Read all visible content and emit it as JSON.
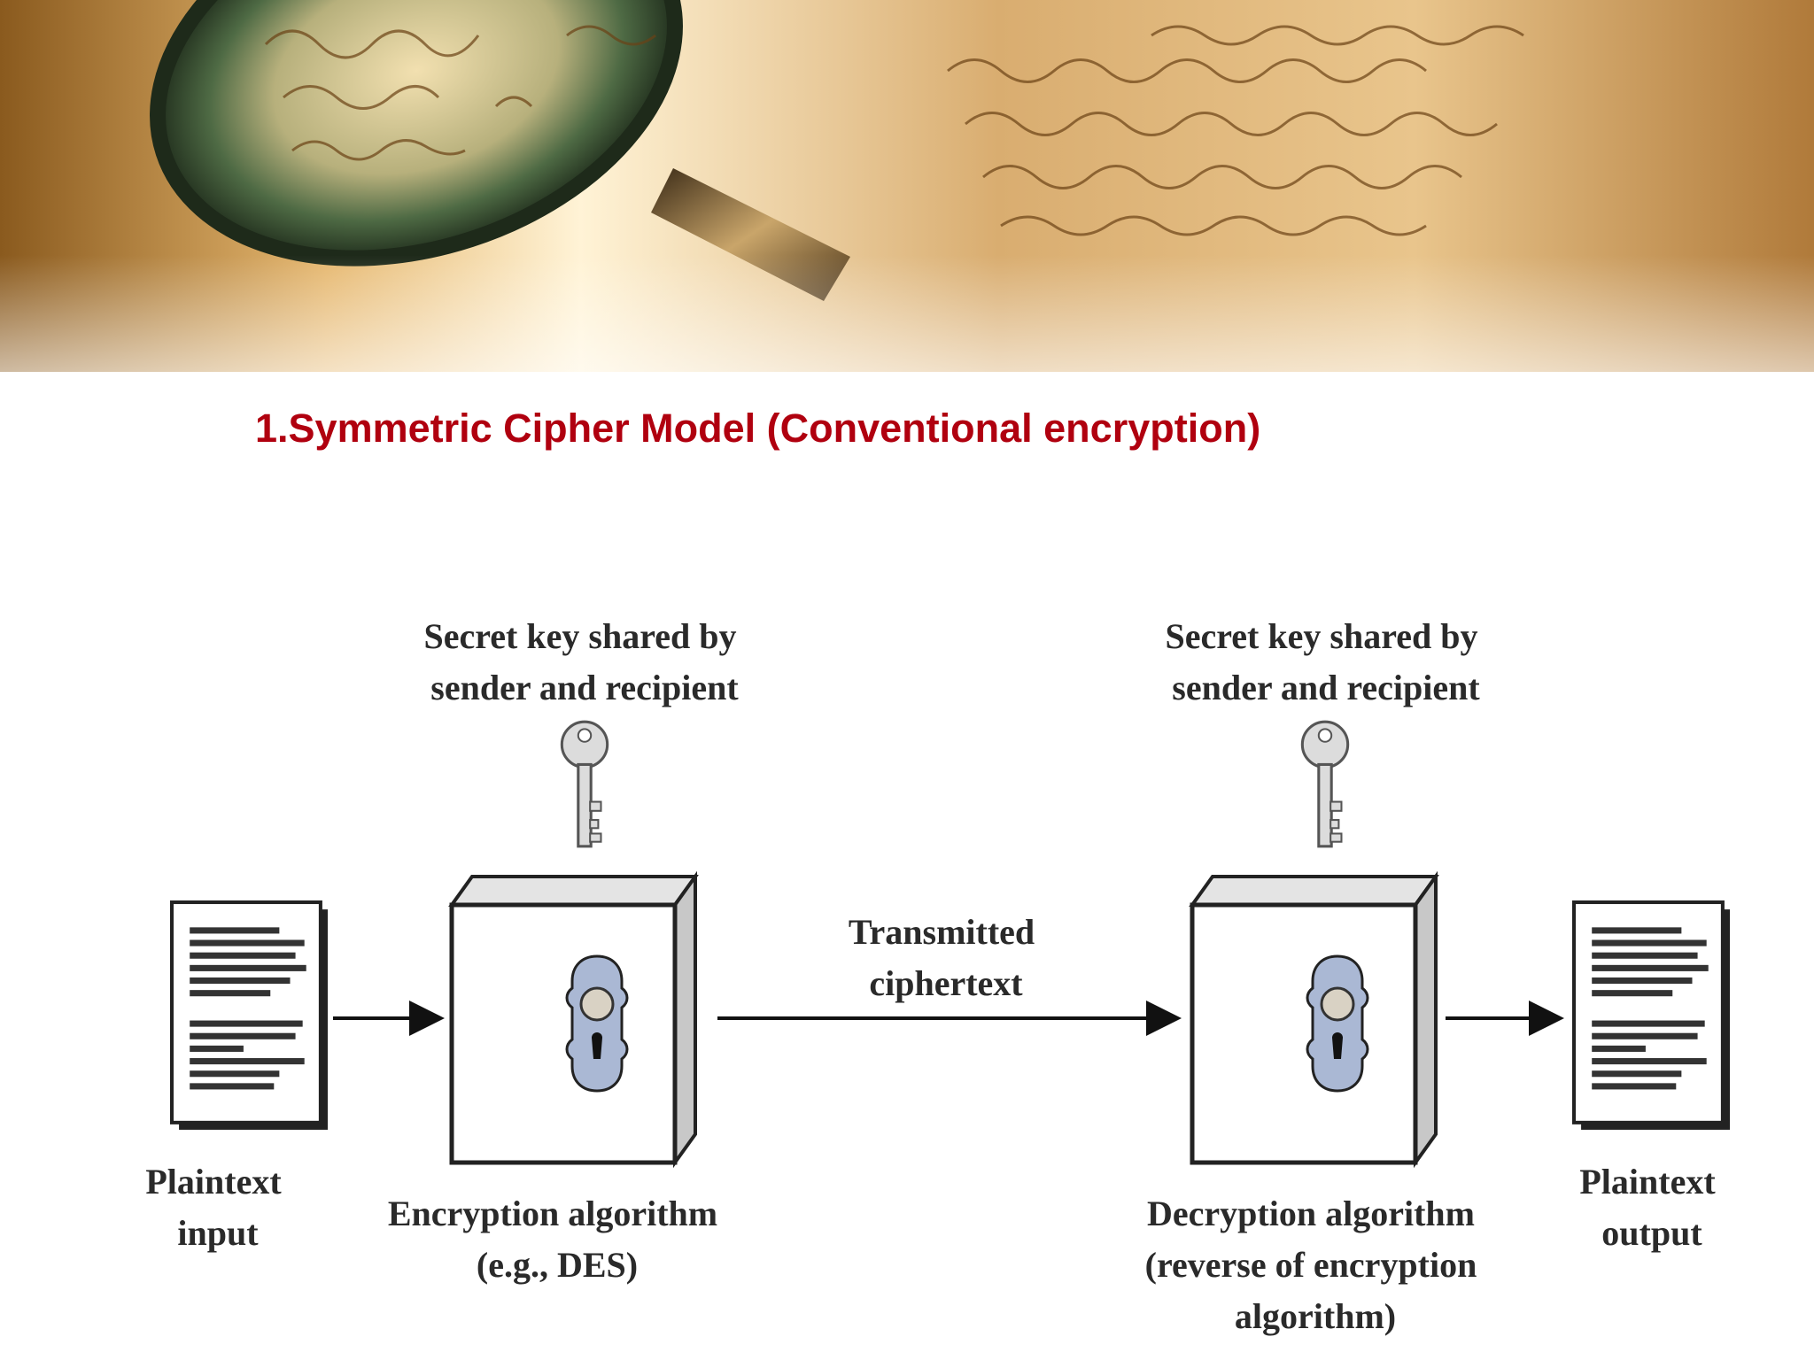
{
  "slide": {
    "title": "1.Symmetric Cipher Model (Conventional encryption)"
  },
  "diagram": {
    "key_left": [
      "Secret key shared by",
      "sender and recipient"
    ],
    "key_right": [
      "Secret key shared by",
      "sender and recipient"
    ],
    "transmitted": [
      "Transmitted",
      "ciphertext"
    ],
    "plaintext_input": [
      "Plaintext",
      "input"
    ],
    "plaintext_output": [
      "Plaintext",
      "output"
    ],
    "encryption": [
      "Encryption algorithm",
      "(e.g., DES)"
    ],
    "decryption": [
      "Decryption algorithm",
      "(reverse of encryption",
      "algorithm)"
    ]
  },
  "colors": {
    "title": "#b0000f",
    "lock_plate": "#aab8d4",
    "box_side": "#d6d6d6",
    "key": "#d8d8d8"
  },
  "icons": [
    "key-icon",
    "keyhole-lock-icon",
    "document-icon",
    "arrow-right-icon",
    "magnifying-glass-icon",
    "handwritten-letter-background"
  ]
}
